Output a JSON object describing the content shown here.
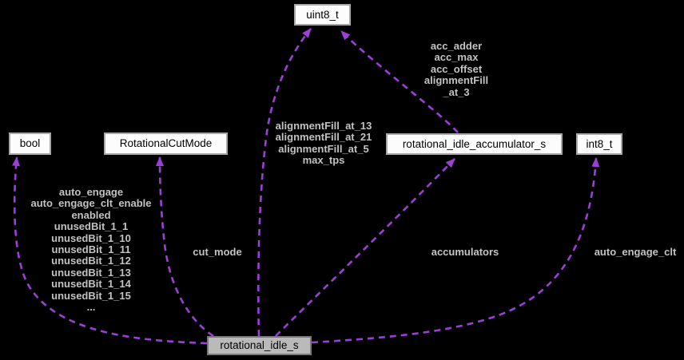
{
  "diagram": {
    "type": "doxygen-collaboration-graph",
    "colors": {
      "background": "#000000",
      "edge": "#9B40D6",
      "node_fill": "#FCFCFC",
      "node_border": "#A8A8A8",
      "node_text": "#000000",
      "main_node_fill": "#BABABA",
      "main_node_border": "#787878",
      "edge_label_text": "#C2C2C2"
    }
  },
  "nodes": [
    {
      "id": "uint8_t",
      "label": "uint8_t"
    },
    {
      "id": "bool",
      "label": "bool"
    },
    {
      "id": "RotationalCutMode",
      "label": "RotationalCutMode"
    },
    {
      "id": "rotational_idle_accumulator_s",
      "label": "rotational_idle_accumulator_s"
    },
    {
      "id": "int8_t",
      "label": "int8_t"
    },
    {
      "id": "rotational_idle_s",
      "label": "rotational_idle_s",
      "highlighted": true
    }
  ],
  "edges": [
    {
      "from": "rotational_idle_s",
      "to": "bool",
      "label": "auto_engage\nauto_engage_clt_enable\nenabled\nunusedBit_1_1\nunusedBit_1_10\nunusedBit_1_11\nunusedBit_1_12\nunusedBit_1_13\nunusedBit_1_14\nunusedBit_1_15\n..."
    },
    {
      "from": "rotational_idle_s",
      "to": "RotationalCutMode",
      "label": "cut_mode"
    },
    {
      "from": "rotational_idle_s",
      "to": "uint8_t",
      "label": "alignmentFill_at_13\nalignmentFill_at_21\nalignmentFill_at_5\nmax_tps"
    },
    {
      "from": "rotational_idle_s",
      "to": "rotational_idle_accumulator_s",
      "label": "accumulators"
    },
    {
      "from": "rotational_idle_s",
      "to": "int8_t",
      "label": "auto_engage_clt"
    },
    {
      "from": "rotational_idle_accumulator_s",
      "to": "uint8_t",
      "label": "acc_adder\nacc_max\nacc_offset\nalignmentFill\n_at_3"
    }
  ]
}
